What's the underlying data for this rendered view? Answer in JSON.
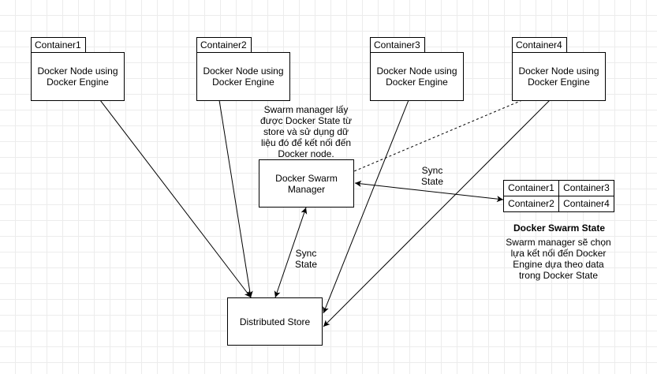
{
  "containers": [
    {
      "tab": "Container1",
      "body": "Docker Node using Docker Engine"
    },
    {
      "tab": "Container2",
      "body": "Docker Node using Docker Engine"
    },
    {
      "tab": "Container3",
      "body": "Docker Node using Docker Engine"
    },
    {
      "tab": "Container4",
      "body": "Docker Node using Docker Engine"
    }
  ],
  "manager": {
    "label": "Docker Swarm Manager",
    "note": "Swarm manager lấy được Docker State từ store và sử dụng dữ liệu đó để kết nối đến Docker node."
  },
  "store": {
    "label": "Distributed Store"
  },
  "sync_right": "Sync State",
  "sync_bottom": "Sync State",
  "state_table": {
    "rows": [
      [
        "Container1",
        "Container3"
      ],
      [
        "Container2",
        "Container4"
      ]
    ],
    "title": "Docker Swarm State",
    "description": "Swarm manager sẽ chọn lựa kết nối đến Docker Engine dựa theo data trong Docker State"
  }
}
